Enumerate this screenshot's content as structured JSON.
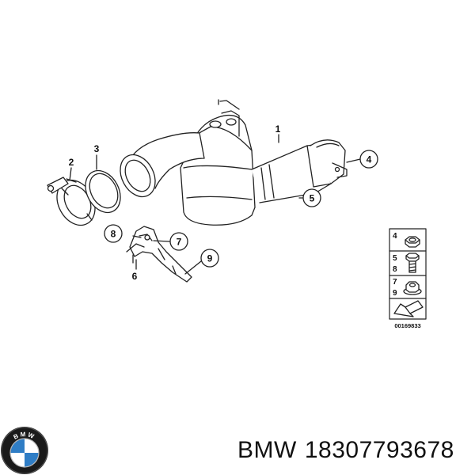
{
  "diagram": {
    "callouts": [
      "1",
      "2",
      "3",
      "4",
      "5",
      "6",
      "7",
      "8",
      "9"
    ],
    "legend": {
      "rows": [
        {
          "top": "4",
          "bottom": ""
        },
        {
          "top": "5",
          "bottom": "8"
        },
        {
          "top": "7",
          "bottom": "9"
        }
      ],
      "code": "00169833"
    }
  },
  "brand": {
    "logo_text": "BMW",
    "name": "BMW",
    "part_number": "18307793678",
    "colors": {
      "blue": "#2f7dc5",
      "ring": "#1a1a1a"
    }
  },
  "colors": {
    "line": "#222222",
    "fill": "#ffffff"
  }
}
